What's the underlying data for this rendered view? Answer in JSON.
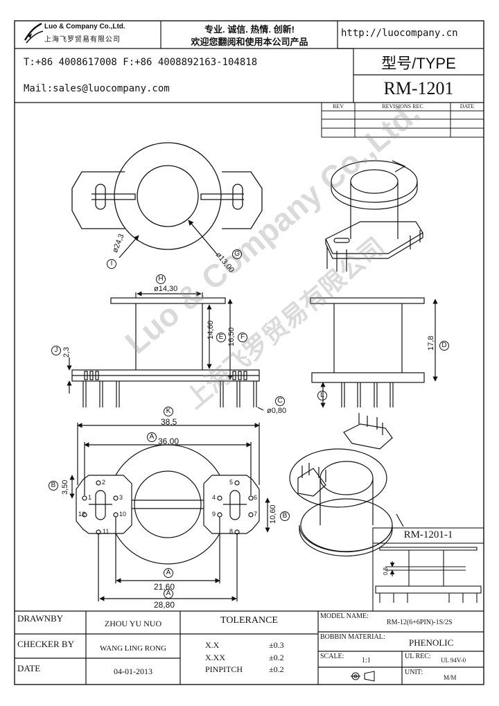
{
  "header": {
    "company_en": "Luo & Company Co.,Ltd.",
    "company_cn": "上海飞罗贸易有限公司",
    "slogan_line1": "专业. 诚信. 热情. 创新!",
    "slogan_line2": "欢迎您翻阅和使用本公司产品",
    "website": "http://luocompany.cn",
    "phone_fax": "T:+86 4008617008 F:+86 4008892163-104818",
    "mail": "Mail:sales@luocompany.com",
    "type_label": "型号/TYPE",
    "model": "RM-1201"
  },
  "revisions": {
    "rev": "REV",
    "rec": "REVISIONS REC",
    "date": "DATE"
  },
  "dims": {
    "top_outer": "ø24,3",
    "top_outer_tag": "I",
    "top_inner": "ø13,00",
    "top_inner_tag": "G",
    "side_width": "ø14,30",
    "side_width_tag": "H",
    "side_h1": "14,60",
    "side_h1_tag": "E",
    "side_h2": "16,50",
    "side_h2_tag": "F",
    "flange": "2,3",
    "flange_tag": "J",
    "total_h": "17,8",
    "total_h_tag": "D",
    "pin": "ø0,80",
    "pin_tag": "C",
    "pin_len_tag": "L",
    "bottom_w": "38,5",
    "bottom_w_tag": "K",
    "bottom_pitch": "36,00",
    "bottom_pitch_tag": "A",
    "bottom_h": "3,50",
    "bottom_h_tag": "B",
    "bottom_side": "10,60",
    "bottom_side_tag": "B",
    "bottom_in": "21,60",
    "bottom_in_tag": "A",
    "bottom_out": "28,80",
    "bottom_out_tag": "A",
    "pins_left": [
      "1",
      "2",
      "3",
      "10",
      "11",
      "12"
    ],
    "pins_right": [
      "4",
      "5",
      "6",
      "7",
      "8",
      "9"
    ],
    "detail_dim": "0,8",
    "detail_title": "RM-1201-1"
  },
  "watermark": {
    "en": "Luo & Company Co.,Ltd.",
    "cn": "上海飞罗贸易有限公司"
  },
  "footer": {
    "drawnby_label": "DRAWNBY",
    "drawnby": "ZHOU YU NUO",
    "checker_label": "CHECKER BY",
    "checker": "WANG LING RONG",
    "date_label": "DATE",
    "date": "04-01-2013",
    "tolerance_label": "TOLERANCE",
    "tol1_k": "X.X",
    "tol1_v": "±0.3",
    "tol2_k": "X.XX",
    "tol2_v": "±0.2",
    "tol3_k": "PINPITCH",
    "tol3_v": "±0.2",
    "model_name_label": "MODEL NAME:",
    "model_name": "RM-12(6+6PIN)-1S/2S",
    "bobbin_label": "BOBBIN MATERIAL:",
    "bobbin": "PHENOLIC",
    "scale_label": "SCALE:",
    "scale": "1:1",
    "ul_label": "UL REC:",
    "ul": "UL 94V-0",
    "unit_label": "UNIT:",
    "unit": "M/M"
  }
}
